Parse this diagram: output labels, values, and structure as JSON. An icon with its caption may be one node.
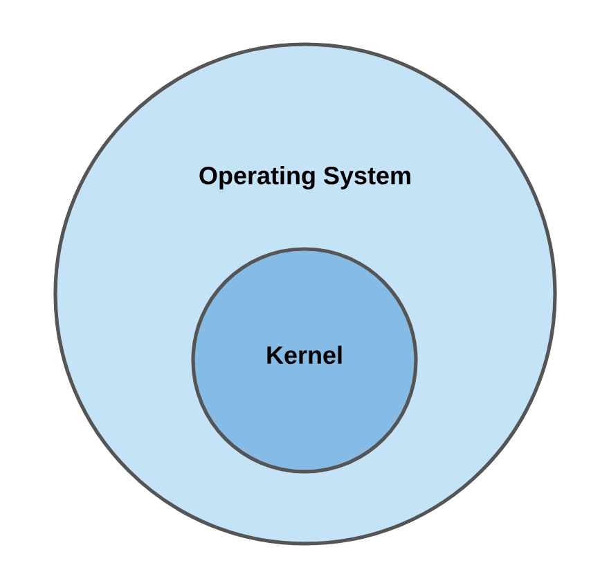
{
  "diagram": {
    "nodes": [
      {
        "text": [
          "Operating System"
        ]
      },
      {
        "text": [
          "Kernel"
        ],
        "in": 0
      }
    ]
  }
}
